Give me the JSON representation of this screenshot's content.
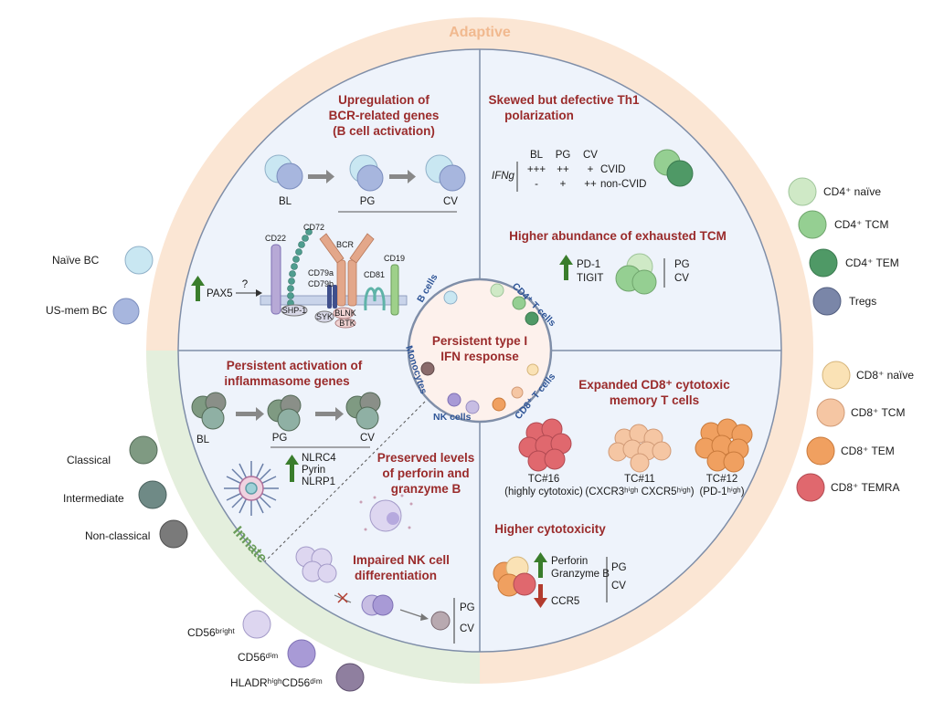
{
  "ring_labels": {
    "adaptive": "Adaptive",
    "innate": "Innate"
  },
  "center": {
    "line1": "Persistent type I",
    "line2": "IFN response"
  },
  "inner_ring": {
    "b_cells": "B cells",
    "cd4_t_cells": "CD4⁺ T cells",
    "cd8_t_cells": "CD8⁺ T cells",
    "nk_cells": "NK cells",
    "monocytes": "Monocytes"
  },
  "bcr_panel": {
    "heading": [
      "Upregulation of",
      "BCR-related genes",
      "(B cell activation)"
    ],
    "stages": [
      "BL",
      "PG",
      "CV"
    ],
    "gene": "PAX5",
    "question": "?",
    "proteins": {
      "cd22": "CD22",
      "cd72": "CD72",
      "bcr": "BCR",
      "cd19": "CD19",
      "cd79a": "CD79a",
      "cd79b": "CD79b",
      "cd81": "CD81",
      "shp1": "SHP-1",
      "syk": "SYK",
      "blnk": "BLNK",
      "btk": "BTK"
    }
  },
  "th1_panel": {
    "heading": [
      "Skewed but defective Th1",
      "polarization"
    ],
    "columns": [
      "BL",
      "PG",
      "CV"
    ],
    "gene": "IFNg",
    "rows": [
      {
        "values": [
          "+++",
          "++",
          "+"
        ],
        "group": "CVID"
      },
      {
        "values": [
          "-",
          "+",
          "++"
        ],
        "group": "non-CVID"
      }
    ]
  },
  "tcm_panel": {
    "heading": "Higher abundance of exhausted TCM",
    "markers": [
      "PD-1",
      "TIGIT"
    ],
    "stages": [
      "PG",
      "CV"
    ]
  },
  "inflammasome_panel": {
    "heading": [
      "Persistent activation of",
      "inflammasome genes"
    ],
    "stages": [
      "BL",
      "PG",
      "CV"
    ],
    "genes": [
      "NLRC4",
      "Pyrin",
      "NLRP1"
    ]
  },
  "perforin_panel": {
    "heading": [
      "Preserved levels",
      "of perforin and",
      "granzyme B"
    ]
  },
  "nk_panel": {
    "heading": [
      "Impaired NK cell",
      "differentiation"
    ],
    "stages": [
      "PG",
      "CV"
    ]
  },
  "cd8_panel": {
    "heading": [
      "Expanded CD8⁺ cytotoxic",
      "memory T cells"
    ],
    "clusters": [
      {
        "name": "TC#16",
        "desc": "(highly cytotoxic)"
      },
      {
        "name": "TC#11",
        "desc": "(CXCR3ʰⁱᵍʰ CXCR5ʰⁱᵍʰ)"
      },
      {
        "name": "TC#12",
        "desc": "(PD-1ʰⁱᵍʰ)"
      }
    ]
  },
  "cytotox_panel": {
    "heading": "Higher cytotoxicity",
    "up": [
      "Perforin",
      "Granzyme B"
    ],
    "down": [
      "CCR5"
    ],
    "stages": [
      "PG",
      "CV"
    ]
  },
  "legend_b": [
    "Naïve BC",
    "US-mem BC"
  ],
  "legend_mono": [
    "Classical",
    "Intermediate",
    "Non-classical"
  ],
  "legend_nk": [
    "CD56ᵇʳⁱᵍʰᵗ",
    "CD56ᵈⁱᵐ",
    "HLADRʰⁱᵍʰCD56ᵈⁱᵐ"
  ],
  "legend_cd4": [
    "CD4⁺ naïve",
    "CD4⁺ TCM",
    "CD4⁺ TEM",
    "Tregs"
  ],
  "legend_cd8": [
    "CD8⁺ naïve",
    "CD8⁺ TCM",
    "CD8⁺ TEM",
    "CD8⁺ TEMRA"
  ],
  "colors": {
    "adaptive_ring": "#fbe6d4",
    "innate_ring": "#e4efdd",
    "panel": "#eef3fb",
    "heading": "#9a2b2b",
    "ring_text": "#2f5597",
    "arrow_up": "#3a7d2c",
    "arrow_down": "#b23b2e",
    "b_naive": "#c9e7f2",
    "b_mem": "#a7b6de",
    "cd4_naive": "#cfe9c6",
    "cd4_tcm": "#95cf92",
    "cd4_tem": "#4f9966",
    "treg": "#7a86a8",
    "cd8_naive": "#fae2b5",
    "cd8_tcm": "#f5c6a3",
    "cd8_tem": "#f0a060",
    "cd8_temra": "#e0686e",
    "mono": "#7f9a82",
    "nk": "#c7bde3"
  }
}
